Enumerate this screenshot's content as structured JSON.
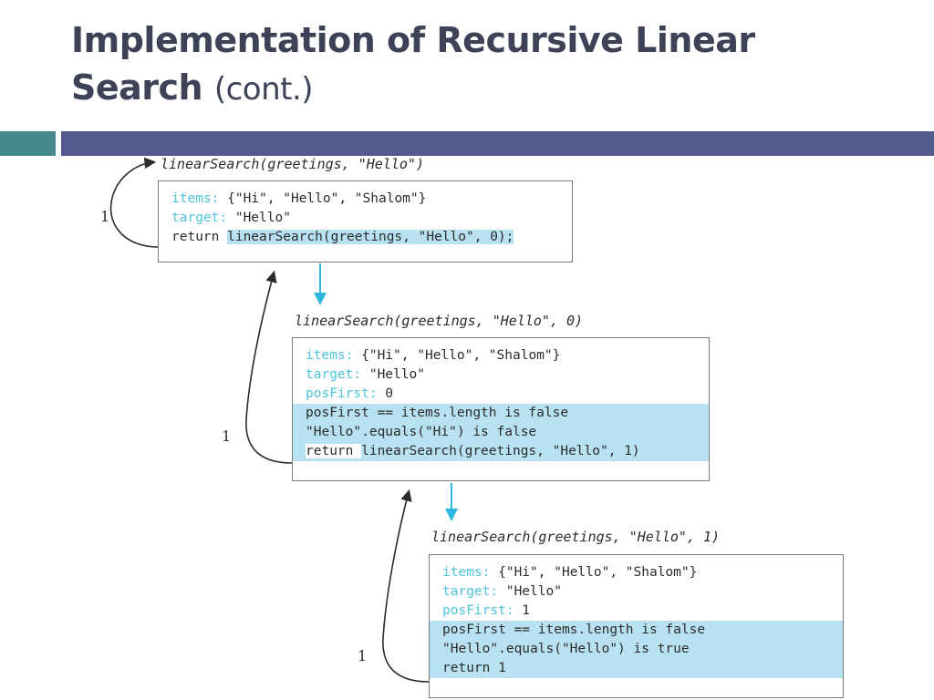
{
  "slide": {
    "title_main": "Implementation of Recursive Linear Search",
    "title_cont": "(cont.)",
    "accent_teal": "#45898c",
    "accent_purple": "#535a8e",
    "title_color": "#3d4257"
  },
  "diagram": {
    "highlight_color": "#b8e2f2",
    "label_color": "#4ec3dd",
    "call_arrow_color": "#2fb8dd",
    "return_arrow_color": "#2b2b2b",
    "frames": [
      {
        "header": "linearSearch(greetings, \"Hello\")",
        "depth_label": "1",
        "lines": [
          {
            "label": "items:",
            "rest": " {\"Hi\", \"Hello\", \"Shalom\"}",
            "highlight": "none"
          },
          {
            "label": "target:",
            "rest": " \"Hello\"",
            "highlight": "none"
          },
          {
            "prefix": "return ",
            "call": "linearSearch(greetings, \"Hello\", 0);",
            "highlight": "inline"
          }
        ]
      },
      {
        "header": "linearSearch(greetings, \"Hello\", 0)",
        "depth_label": "1",
        "lines": [
          {
            "label": "items:",
            "rest": " {\"Hi\", \"Hello\", \"Shalom\"}",
            "highlight": "none"
          },
          {
            "label": "target:",
            "rest": " \"Hello\"",
            "highlight": "none"
          },
          {
            "label": "posFirst:",
            "rest": " 0",
            "highlight": "none"
          },
          {
            "text": "posFirst == items.length is false",
            "highlight": "full"
          },
          {
            "text": "\"Hello\".equals(\"Hi\") is false",
            "highlight": "full"
          },
          {
            "prefix": "return ",
            "call": "linearSearch(greetings, \"Hello\", 1)",
            "highlight": "full-notch"
          }
        ]
      },
      {
        "header": "linearSearch(greetings, \"Hello\", 1)",
        "depth_label": "1",
        "lines": [
          {
            "label": "items:",
            "rest": " {\"Hi\", \"Hello\", \"Shalom\"}",
            "highlight": "none"
          },
          {
            "label": "target:",
            "rest": " \"Hello\"",
            "highlight": "none"
          },
          {
            "label": "posFirst:",
            "rest": " 1",
            "highlight": "none"
          },
          {
            "text": "posFirst == items.length is false",
            "highlight": "full"
          },
          {
            "text": "\"Hello\".equals(\"Hello\") is true",
            "highlight": "full"
          },
          {
            "text": "return 1",
            "highlight": "full"
          }
        ]
      }
    ]
  }
}
